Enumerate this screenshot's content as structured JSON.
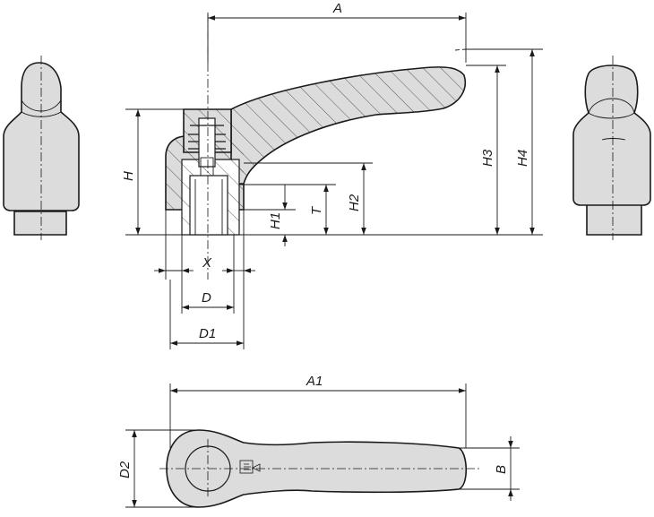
{
  "labels": {
    "A": "A",
    "A1": "A1",
    "H": "H",
    "H1": "H1",
    "H2": "H2",
    "H3": "H3",
    "H4": "H4",
    "T": "T",
    "X": "X",
    "D": "D",
    "D1": "D1",
    "D2": "D2",
    "B": "B"
  }
}
